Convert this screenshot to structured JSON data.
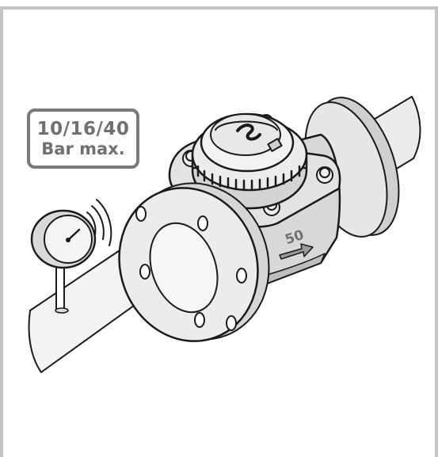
{
  "pressure_label": {
    "line1": "10/16/40",
    "line2": "Bar max."
  },
  "meter": {
    "nominal_size": "50"
  },
  "colors": {
    "frame": "#c4c4c4",
    "outline": "#1a1a1a",
    "body_gray": "#d8d8d8",
    "light_gray": "#efefef",
    "label_border": "#7a7a7a",
    "label_text": "#707070"
  },
  "icons": {
    "flow_direction": "arrow-right-icon",
    "pressure_gauge": "pressure-gauge-icon",
    "signal_waves": "signal-waves-icon"
  }
}
